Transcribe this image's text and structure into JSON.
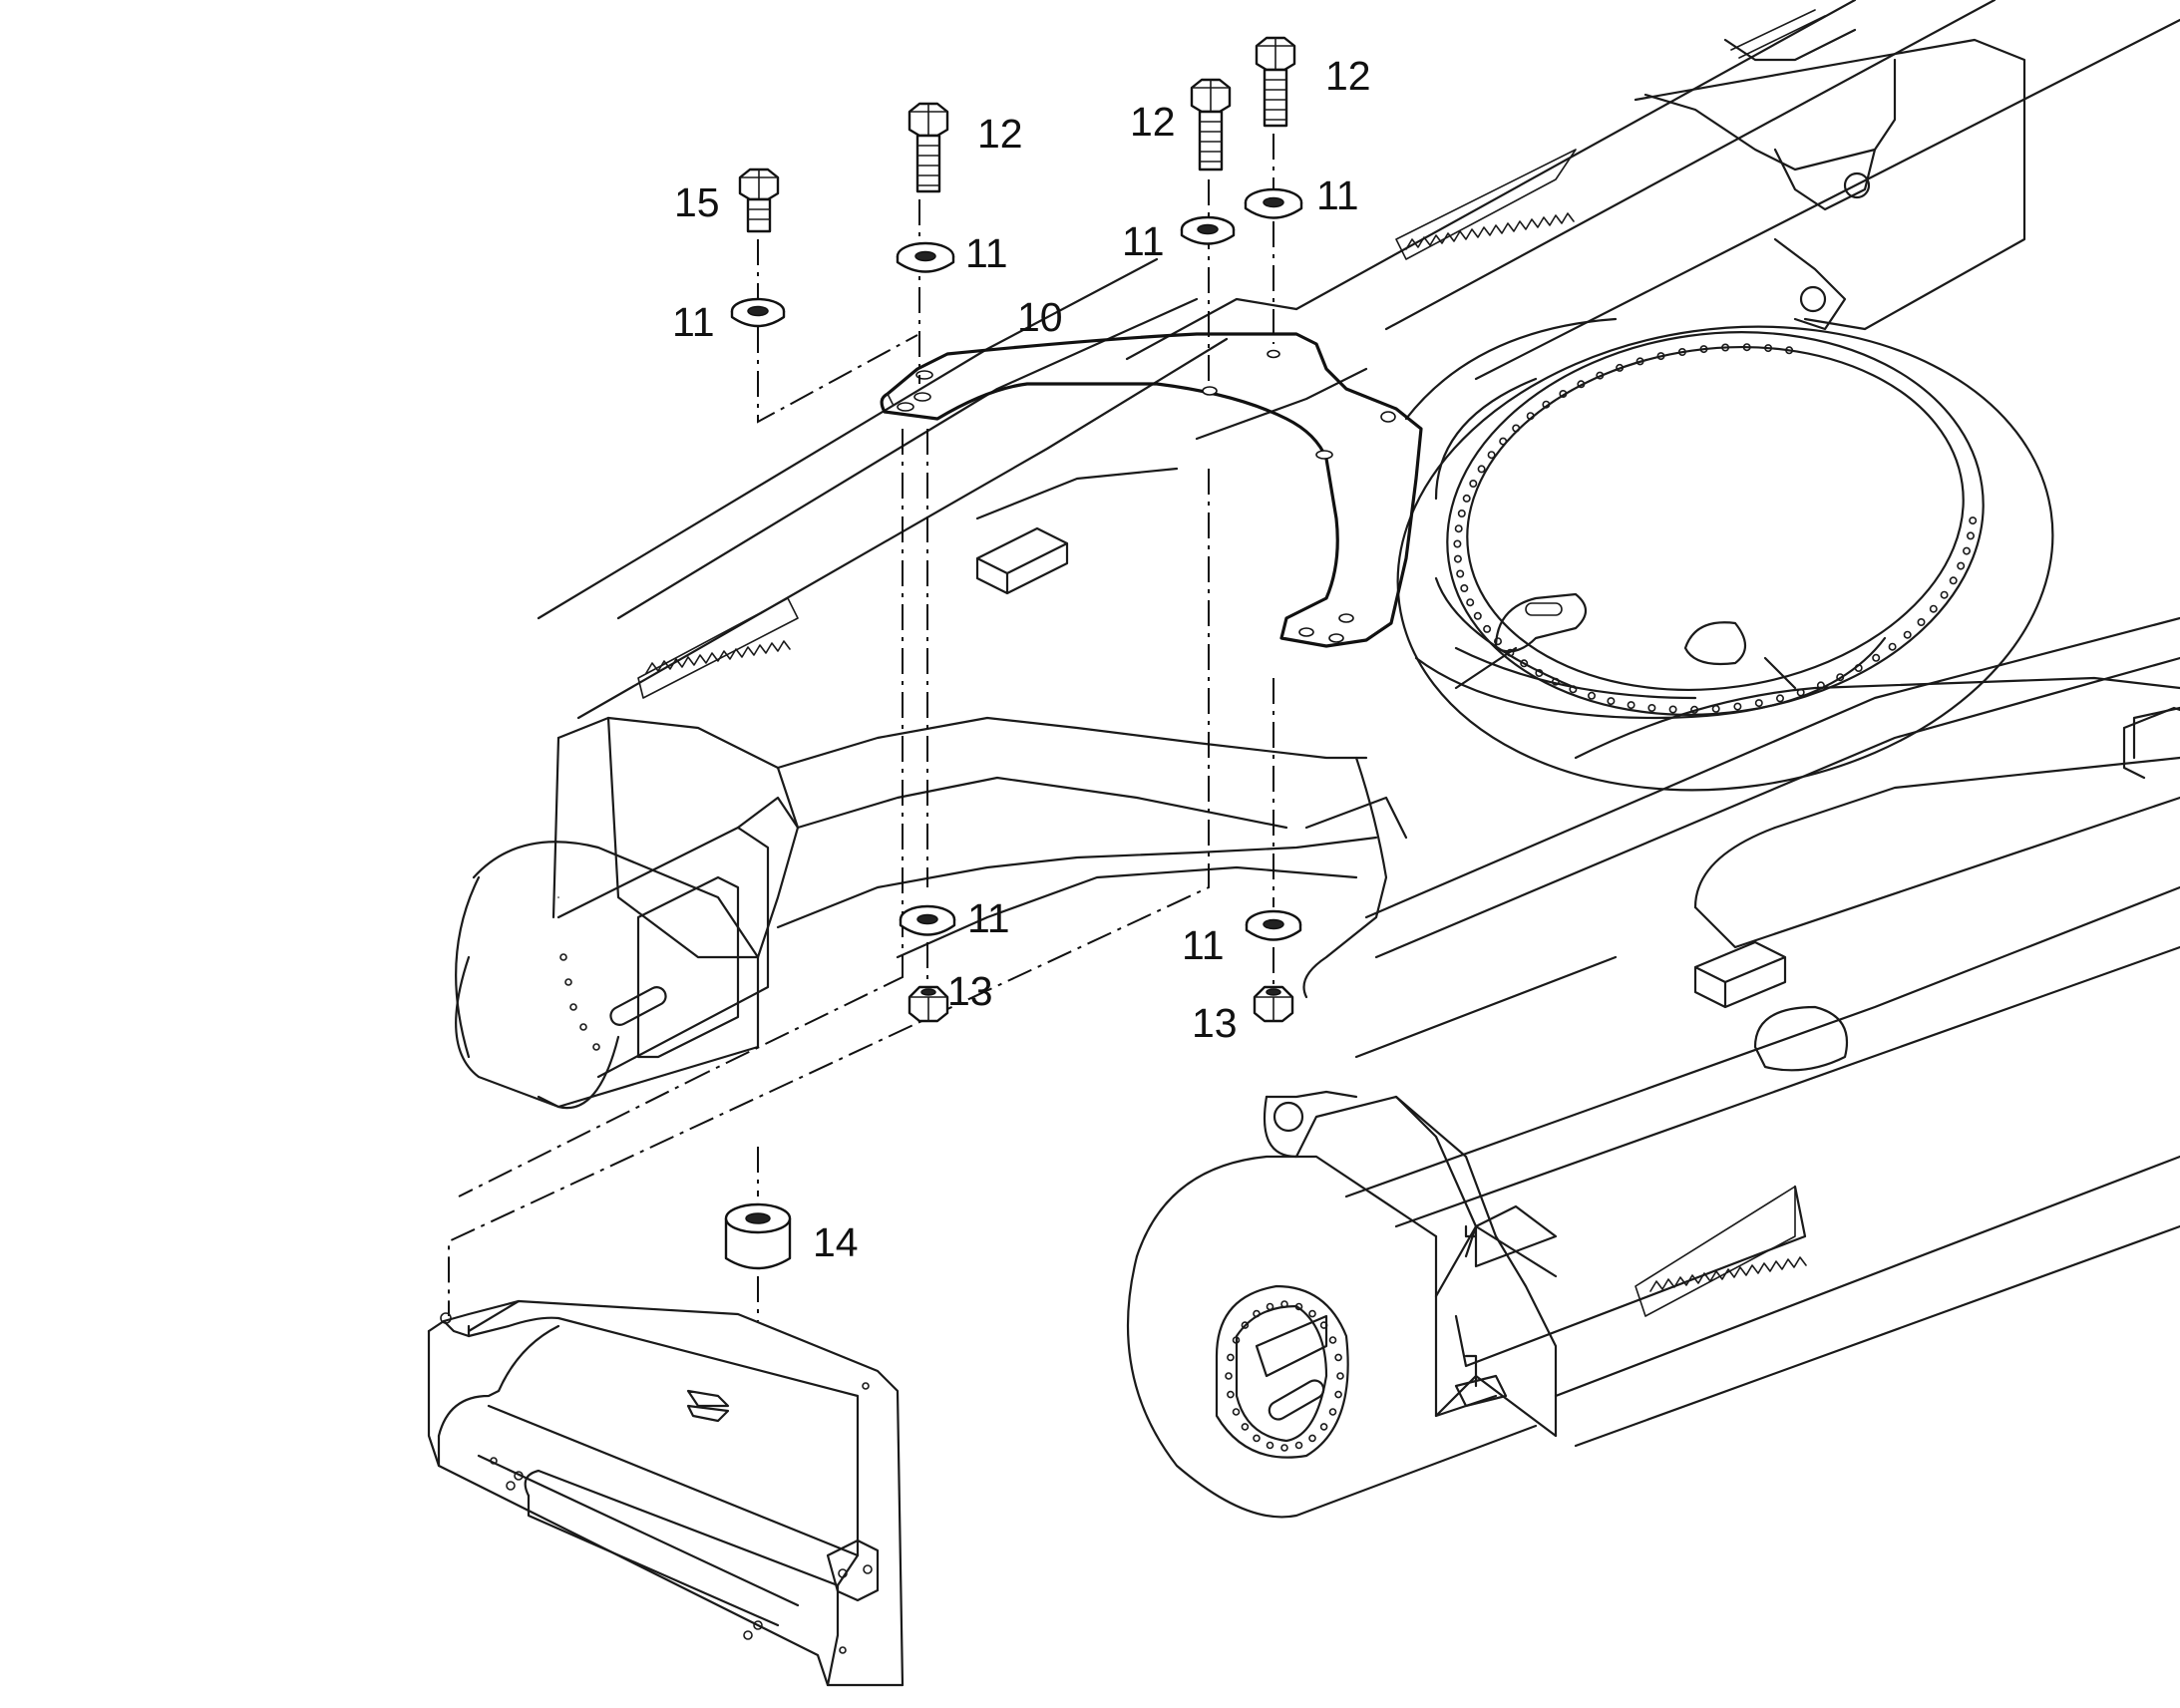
{
  "callouts": {
    "c15": "15",
    "c12a": "12",
    "c12b": "12",
    "c12c": "12",
    "c11_tl": "11",
    "c11_top_mid": "11",
    "c11_top_right_a": "11",
    "c11_top_right_b": "11",
    "c11_bottom_left": "11",
    "c11_bottom_right": "11",
    "c10": "10",
    "c13a": "13",
    "c13b": "13",
    "c14": "14"
  },
  "parts": [
    {
      "number": "10",
      "icon": "bracket-plate-icon"
    },
    {
      "number": "11",
      "icon": "washer-icon"
    },
    {
      "number": "12",
      "icon": "hex-bolt-long-icon"
    },
    {
      "number": "13",
      "icon": "hex-nut-icon"
    },
    {
      "number": "14",
      "icon": "rubber-bushing-icon"
    },
    {
      "number": "15",
      "icon": "hex-bolt-short-icon"
    }
  ],
  "colors": {
    "line": "#111111",
    "background": "#ffffff"
  }
}
